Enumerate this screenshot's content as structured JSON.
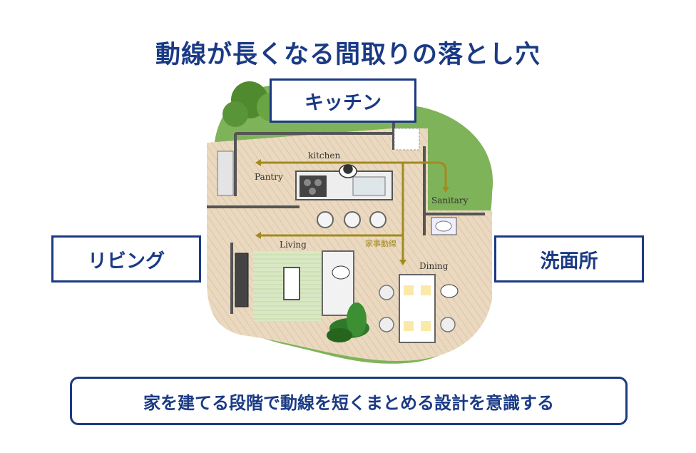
{
  "title": "動線が長くなる間取りの落とし穴",
  "labels": {
    "kitchen": "キッチン",
    "living": "リビング",
    "sanitary": "洗面所"
  },
  "floorplan": {
    "kitchen": "kitchen",
    "pantry": "Pantry",
    "sanitary": "Sanitary",
    "living": "Living",
    "dining": "Dining",
    "route": "家事動線"
  },
  "message": "家を建てる段階で動線を短くまとめる設計を意識する",
  "colors": {
    "accent": "#1a3a84",
    "route": "#a38a1f",
    "floor": "#eadbc3",
    "greenery": "#5f9a3c"
  }
}
